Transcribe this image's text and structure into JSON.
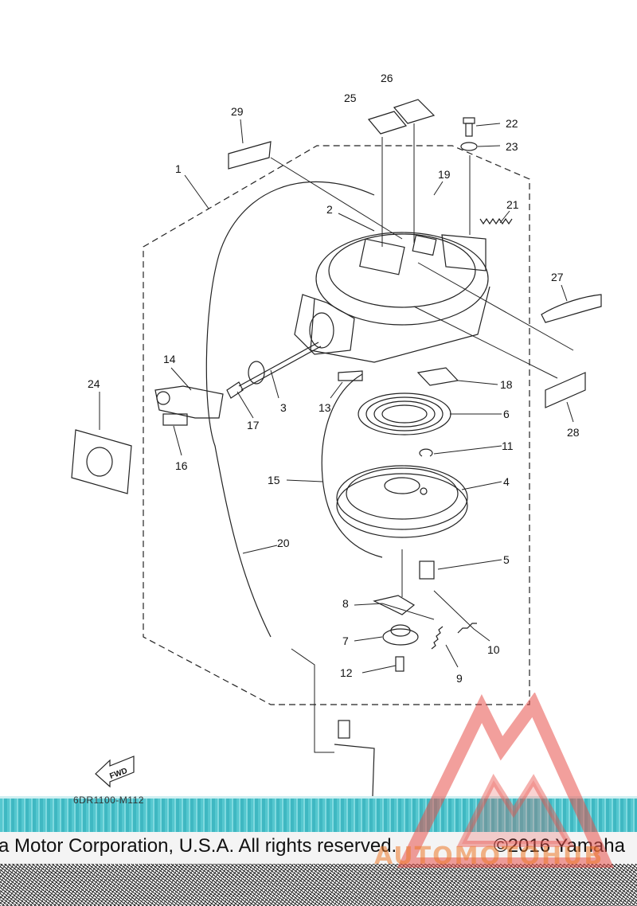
{
  "diagram": {
    "callouts": {
      "c1": "1",
      "c2": "2",
      "c3": "3",
      "c4": "4",
      "c5": "5",
      "c6": "6",
      "c7": "7",
      "c8": "8",
      "c9": "9",
      "c10": "10",
      "c11": "11",
      "c12": "12",
      "c13": "13",
      "c14": "14",
      "c15": "15",
      "c16": "16",
      "c17": "17",
      "c18": "18",
      "c19": "19",
      "c20": "20",
      "c21": "21",
      "c22": "22",
      "c23": "23",
      "c24": "24",
      "c25": "25",
      "c26": "26",
      "c27": "27",
      "c28": "28",
      "c29": "29"
    },
    "fwd_label": "FWD",
    "drawing_code": "6DR1100-M112"
  },
  "footer": {
    "copyright": "a Motor Corporation, U.S.A. All rights reserved.",
    "copyright_year": "©2016 Yamaha"
  },
  "watermark": {
    "brand": "AUTOMOTOHUB",
    "colors": {
      "primary": "#e8504a",
      "secondary": "#ec7828"
    }
  }
}
